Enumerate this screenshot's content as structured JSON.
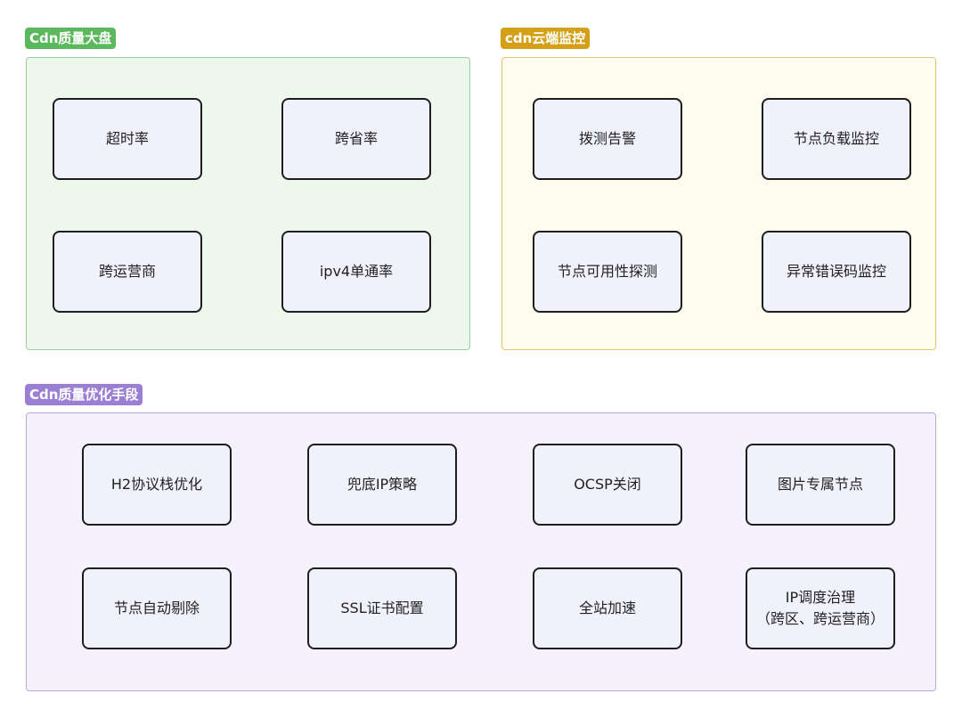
{
  "colors": {
    "quality_accent": "#5cb85c",
    "monitor_accent": "#d4a017",
    "optimize_accent": "#9b7fd4",
    "node_fill": "#f0f1fb",
    "node_border": "#1e1e1e"
  },
  "groups": {
    "quality": {
      "title": "Cdn质量大盘",
      "nodes": [
        "超时率",
        "跨省率",
        "跨运营商",
        "ipv4单通率"
      ]
    },
    "monitor": {
      "title": "cdn云端监控",
      "nodes": [
        "拨测告警",
        "节点负载监控",
        "节点可用性探测",
        "异常错误码监控"
      ]
    },
    "optimize": {
      "title": "Cdn质量优化手段",
      "nodes": [
        "H2协议栈优化",
        "兜底IP策略",
        "OCSP关闭",
        "图片专属节点",
        "节点自动剔除",
        "SSL证书配置",
        "全站加速",
        "IP调度治理\n（跨区、跨运营商）"
      ]
    }
  }
}
